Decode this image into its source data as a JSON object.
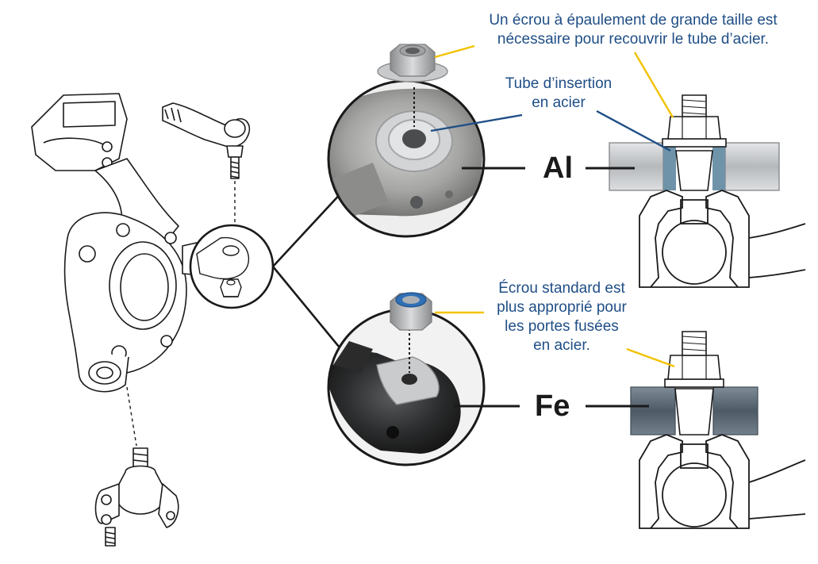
{
  "annotations": {
    "al_nut_note": "Un écrou à épaulement de grande taille est\nnécessaire pour recouvrir le tube d’acier.",
    "steel_insert_note": "Tube d’insertion\nen acier",
    "fe_nut_note": "Écrou standard est\nplus approprié pour\nles portes fusées\nen acier.",
    "al_label": "Al",
    "fe_label": "Fe"
  },
  "colors": {
    "callout_text": "#1f4e86",
    "leader_yellow": "#f2c200",
    "leader_blue": "#1f4e86",
    "outline": "#1a1a1a",
    "aluminium": "#b9bcbf",
    "steel": "#5d6b78",
    "insert_tube": "#6f93a9"
  },
  "icons": {
    "steering_knuckle": "knuckle-drawing",
    "tie_rod_end": "tie-rod-drawing",
    "ball_joint": "ball-joint-drawing",
    "flange_nut": "flange-nut-drawing",
    "nylon_lock_nut": "lock-nut-drawing"
  }
}
